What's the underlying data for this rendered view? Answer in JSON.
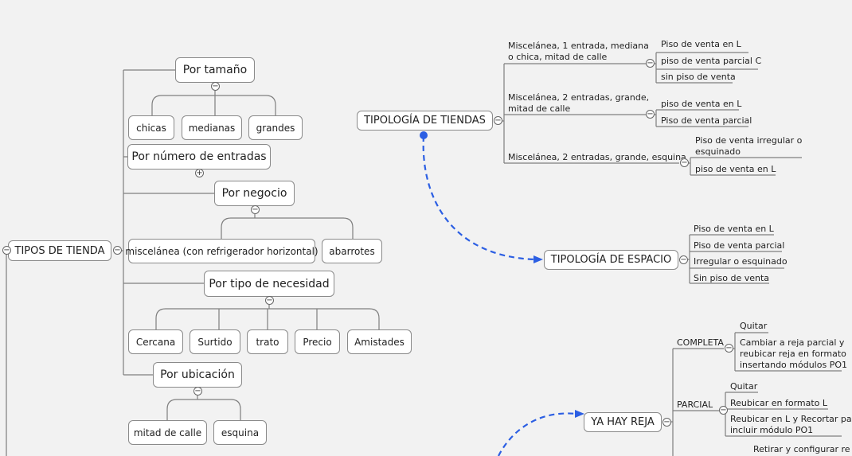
{
  "colors": {
    "line": "#7f7f7f",
    "dashed": "#2c5fe3",
    "background": "#f2f2f2"
  },
  "icons": {
    "collapse": "minus-circle-icon",
    "expand": "plus-circle-icon"
  },
  "toggle_symbols": {
    "collapse": "−",
    "expand": "+"
  },
  "tipos": {
    "root": "TIPOS DE TIENDA",
    "tamano": {
      "title": "Por tamaño",
      "items": [
        "chicas",
        "medianas",
        "grandes"
      ]
    },
    "entradas": {
      "title": "Por número de entradas"
    },
    "negocio": {
      "title": "Por negocio",
      "items": [
        "miscelánea (con refrigerador horizontal)",
        "abarrotes"
      ]
    },
    "necesidad": {
      "title": "Por tipo de necesidad",
      "items": [
        "Cercana",
        "Surtido",
        "trato",
        "Precio",
        "Amistades"
      ]
    },
    "ubicacion": {
      "title": "Por ubicación",
      "items": [
        "mitad de calle",
        "esquina"
      ]
    }
  },
  "tipologia": {
    "root": "TIPOLOGÍA DE TIENDAS",
    "branches": [
      {
        "label_lines": [
          "Miscelánea, 1 entrada, mediana",
          "o chica, mitad de calle"
        ],
        "items": [
          "Piso de venta en L",
          "piso de venta parcial C",
          "sin piso de venta"
        ]
      },
      {
        "label_lines": [
          "Miscelánea, 2 entradas, grande,",
          "mitad de calle"
        ],
        "items": [
          "piso de venta en L",
          "Piso de venta parcial"
        ]
      },
      {
        "label_lines": [
          "Miscelánea, 2 entradas, grande,  esquina"
        ],
        "items": [
          "Piso de venta irregular o",
          "esquinado",
          "piso de venta en L"
        ]
      }
    ]
  },
  "espacio": {
    "root": "TIPOLOGÍA DE ESPACIO",
    "items": [
      "Piso de venta en L",
      "Piso de venta parcial",
      "Irregular o esquinado",
      "Sin piso de venta"
    ]
  },
  "reja": {
    "root": "YA HAY REJA",
    "completa": {
      "label": "COMPLETA",
      "items": [
        "Quitar",
        "Cambiar a reja parcial y",
        "reubicar reja en formato",
        "insertando módulos PO1"
      ]
    },
    "parcial": {
      "label": "PARCIAL",
      "items": [
        "Quitar",
        "Reubicar en formato L",
        "Reubicar en L y Recortar pa",
        "incluir módulo PO1"
      ]
    },
    "bottom_cut": "Retirar y configurar re"
  }
}
